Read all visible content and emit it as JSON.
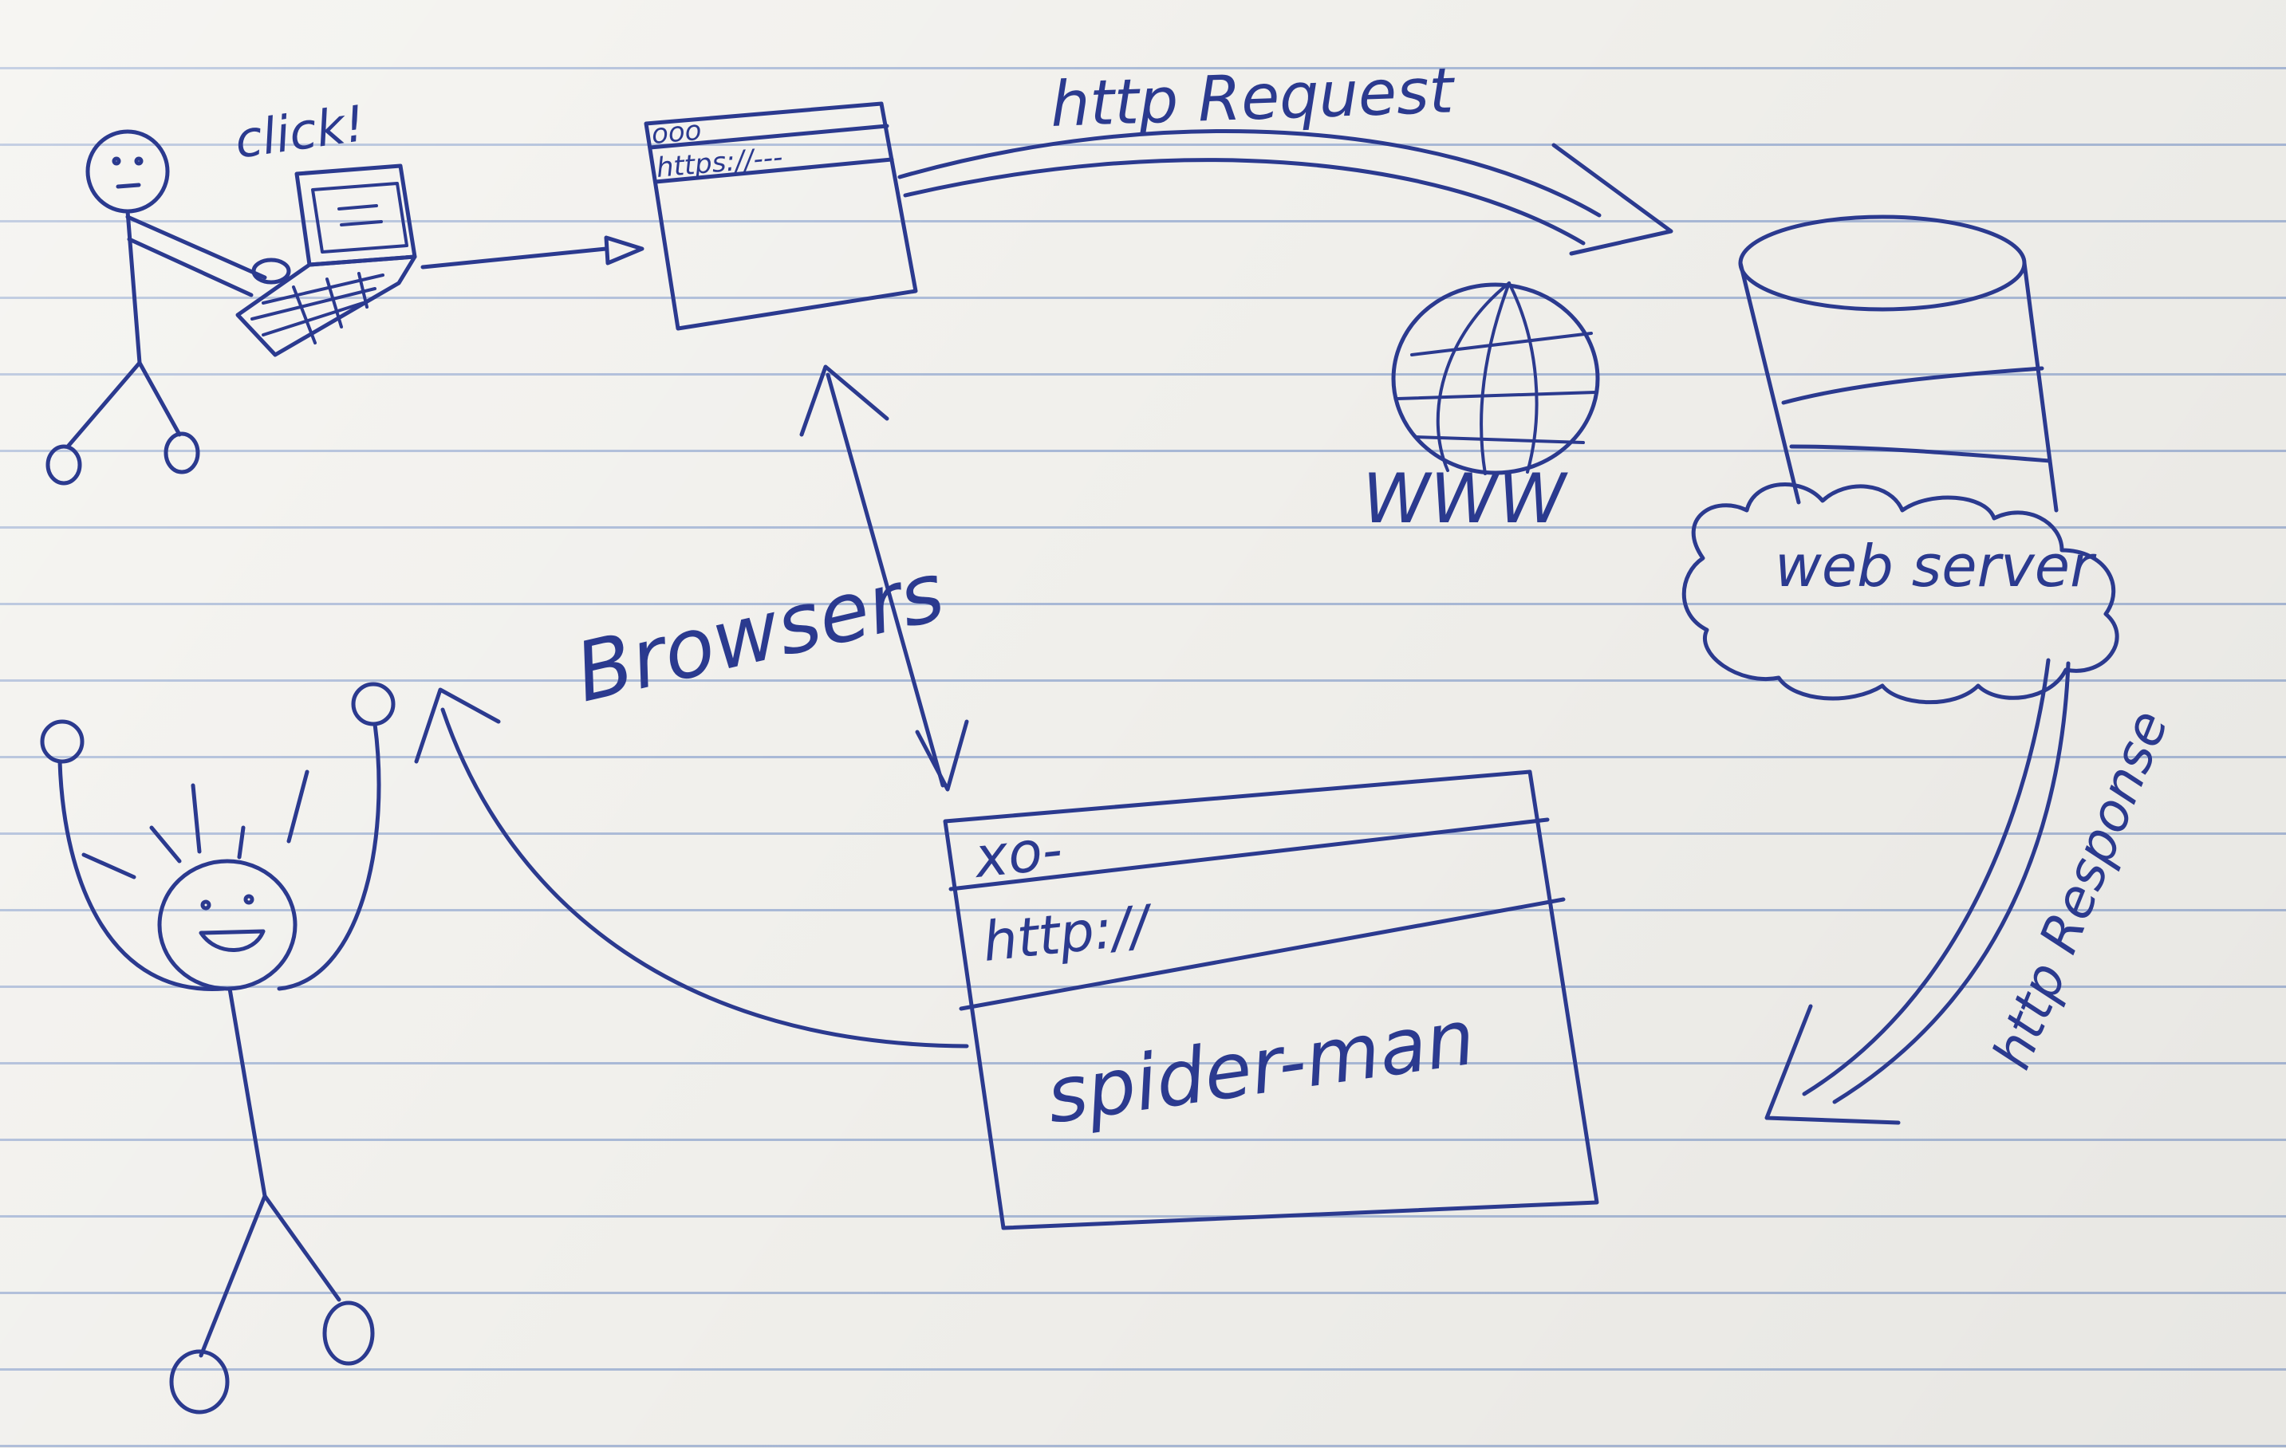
{
  "labels": {
    "click": "click!",
    "browser_top_buttons": "ooo",
    "browser_top_url": "https://---",
    "http_request": "http Request",
    "www": "WWW",
    "web_server": "web server",
    "browsers": "Browsers",
    "http_response": "http Response",
    "browser_bottom_buttons": "xo-",
    "browser_bottom_url": "http://",
    "browser_bottom_content": "spider-man"
  },
  "colors": {
    "ink": "#2b3a8f",
    "paper": "#f1f0ec",
    "rule_lines": "#a9b9d6"
  }
}
